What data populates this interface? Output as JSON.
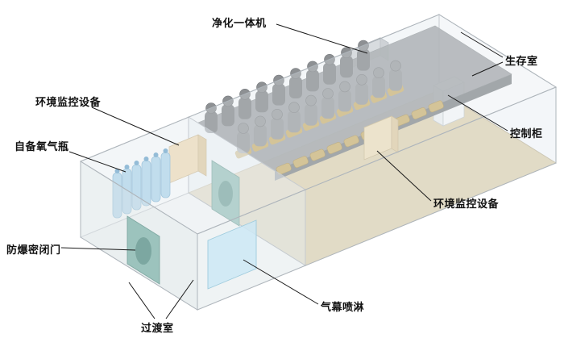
{
  "diagram": {
    "type": "mine-refuge-chamber-cutaway",
    "background": "#ffffff",
    "labels": {
      "purifier": "净化一体机",
      "survival_room": "生存室",
      "env_monitor_left": "环境监控设备",
      "control_cabinet": "控制柜",
      "oxygen_cylinders": "自备氧气瓶",
      "env_monitor_right": "环境监控设备",
      "explosion_door": "防爆密闭门",
      "air_curtain": "气幕喷淋",
      "transition_room": "过渡室"
    },
    "seats_per_row": 10,
    "rows_of_seats": 2,
    "oxygen_cylinder_count": 6,
    "colors": {
      "glass_edge": "#aeb5bb",
      "floor_tan": "#d7c8a4",
      "platform_gray": "#9ba0a3",
      "figure_gray_back": "#8d9093",
      "figure_gray_front": "#989b9e",
      "seat_khaki": "#c8b172",
      "door_teal": "#9cc3bd",
      "door_oval_teal": "#79a49d",
      "oxygen_blue": "#aed3e8",
      "cabinet_cream": "#ead9b8",
      "leader_line": "#1a1a1a"
    }
  }
}
